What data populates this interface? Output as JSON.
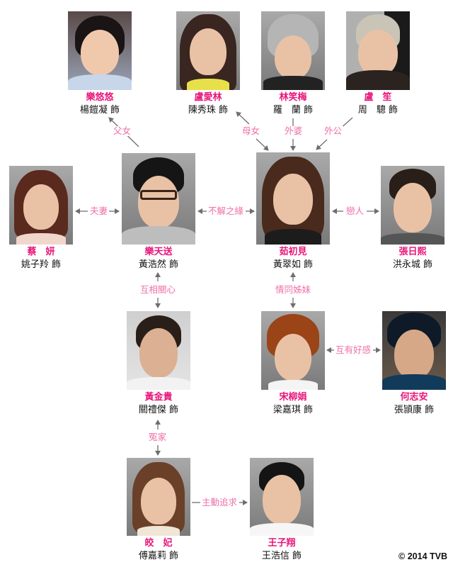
{
  "diagram": {
    "copyright": "© 2014 TVB",
    "colors": {
      "role": "#e8157a",
      "relation": "#ef6fa8",
      "arrow": "#6e6e6e"
    },
    "people": [
      {
        "id": "lok_yau_yau",
        "role": "樂悠悠",
        "actor": "楊鎧凝 飾"
      },
      {
        "id": "lo_oi_lam",
        "role": "盧愛林",
        "actor": "陳秀珠 飾"
      },
      {
        "id": "lam_siu_mui",
        "role": "林笑梅",
        "actor": "羅　蘭 飾"
      },
      {
        "id": "lo_sang",
        "role": "盧　笙",
        "actor": "周　驄 飾"
      },
      {
        "id": "choi_yin",
        "role": "蔡　妍",
        "actor": "姚子羚 飾"
      },
      {
        "id": "lok_tin_sung",
        "role": "樂天送",
        "actor": "黃浩然 飾"
      },
      {
        "id": "yu_chor_kin",
        "role": "茹初見",
        "actor": "黃翠如 飾"
      },
      {
        "id": "cheung_yat_hei",
        "role": "張日熙",
        "actor": "洪永城 飾"
      },
      {
        "id": "wong_kam_kwai",
        "role": "黃金貴",
        "actor": "關禮傑 飾"
      },
      {
        "id": "sung_lau_kuen",
        "role": "宋柳娟",
        "actor": "梁嘉琪 飾"
      },
      {
        "id": "ho_chi_on",
        "role": "何志安",
        "actor": "張頴康 飾"
      },
      {
        "id": "kau_fei",
        "role": "皎　妃",
        "actor": "傅嘉莉 飾"
      },
      {
        "id": "wong_tsz_cheung",
        "role": "王子翔",
        "actor": "王浩信 飾"
      }
    ],
    "relations": [
      {
        "label": "父女",
        "from": "樂天送",
        "to": "樂悠悠"
      },
      {
        "label": "母女",
        "from": "盧愛林",
        "to": "茹初見"
      },
      {
        "label": "外婆",
        "from": "林笑梅",
        "to": "茹初見"
      },
      {
        "label": "外公",
        "from": "盧　笙",
        "to": "茹初見"
      },
      {
        "label": "夫妻",
        "from": "蔡　妍",
        "to": "樂天送"
      },
      {
        "label": "不解之緣",
        "from": "樂天送",
        "to": "茹初見"
      },
      {
        "label": "戀人",
        "from": "茹初見",
        "to": "張日熙"
      },
      {
        "label": "互相關心",
        "from": "樂天送",
        "to": "黃金貴"
      },
      {
        "label": "情同姊妹",
        "from": "茹初見",
        "to": "宋柳娟"
      },
      {
        "label": "互有好感",
        "from": "宋柳娟",
        "to": "何志安"
      },
      {
        "label": "冤家",
        "from": "黃金貴",
        "to": "皎　妃"
      },
      {
        "label": "主動追求",
        "from": "皎　妃",
        "to": "王子翔"
      }
    ]
  }
}
